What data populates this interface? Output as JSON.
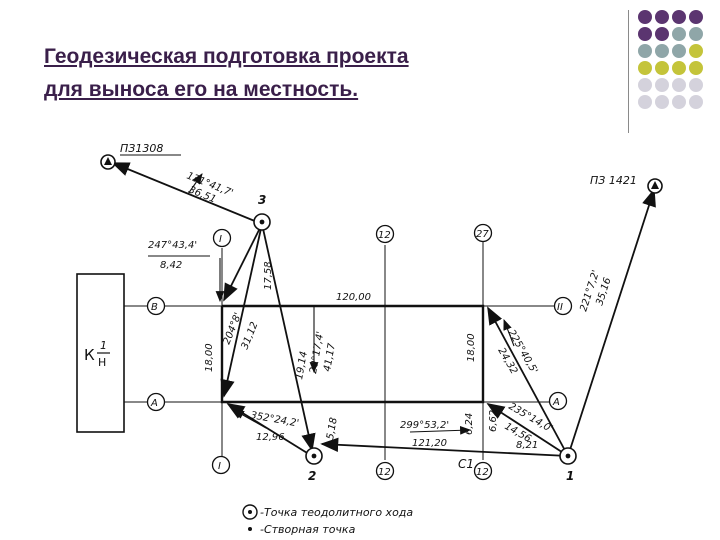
{
  "slide": {
    "title_line1": "Геодезическая подготовка проекта",
    "title_line2": "для выноса его  на местность."
  },
  "palette": {
    "purple": "#5b3570",
    "teal": "#8fa6a8",
    "yellow": "#c4c43a",
    "gray": "#d4d2dc",
    "ink": "#111111"
  },
  "diagram": {
    "benchmarks": {
      "left": "ПЗ1308",
      "right": "ПЗ 1421"
    },
    "stations": {
      "s1": "1",
      "s2": "2",
      "s3": "3"
    },
    "alignment_points": {
      "top12": "12",
      "top27": "27",
      "I_top": "I",
      "I_bottom": "I",
      "B_left": "В",
      "B_right": "II",
      "A_left": "A",
      "A_right": "A",
      "bottom12": "12",
      "bottomC12": "12"
    },
    "point_c1": "C1",
    "building": {
      "k": "К",
      "num": "1",
      "den": "Н"
    },
    "labels": {
      "d_pz1308_angle": "131°41,7'",
      "d_pz1308_dist": "36,51",
      "d_s3_i_angle": "247°43,4'",
      "d_s3_i_dist": "8,42",
      "d_s3_corner_angle": "204°8'",
      "d_s3_corner_dist": "31,12",
      "d_s3_dist_a": "17,58",
      "d_s3_s2_angle": "19,14",
      "d_s3_s2_dist": "20°17,4'",
      "d_s3_s2_dist2": "41,17",
      "d_top_len": "120,00",
      "d_left_len": "18,00",
      "d_right_len": "18,00",
      "d_s2_corner_angle": "352°24,2'",
      "d_s2_corner_dist": "12,96",
      "d_s2_small": "5,18",
      "d_s1_s2_angle": "299°53,2'",
      "d_s1_s2_dist": "121,20",
      "d_right_small1": "6,24",
      "d_right_small2": "6,62",
      "d_s1_tr_angle": "225°40,5'",
      "d_s1_tr_dist": "24,32",
      "d_s1_br_angle": "235°14,0'",
      "d_s1_br_dist": "14,56",
      "d_s1_br_small": "8,21",
      "d_pz1421_angle": "221°7,2'",
      "d_pz1421_dist": "35,16"
    },
    "legend": {
      "traverse_point": "-Точка теодолитного хода",
      "alignment_point": "-Створная точка"
    }
  }
}
